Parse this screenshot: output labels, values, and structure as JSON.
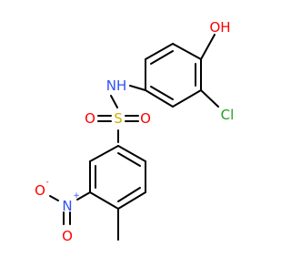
{
  "molecule": {
    "atoms": {
      "oh": {
        "text": "OH",
        "color": "#ff0000"
      },
      "cl": {
        "text": "Cl",
        "color": "#1fa01f"
      },
      "nh": {
        "text": "NH",
        "color": "#3050f8"
      },
      "s": {
        "text": "S",
        "color": "#c8b400"
      },
      "o_sulfonyl_left": {
        "text": "O",
        "color": "#ff0000"
      },
      "o_sulfonyl_right": {
        "text": "O",
        "color": "#ff0000"
      },
      "n_nitro": {
        "text": "N",
        "color": "#3050f8"
      },
      "n_plus": {
        "text": "+",
        "color": "#3050f8"
      },
      "o_nitro_minus": {
        "text": "O",
        "color": "#ff0000"
      },
      "o_minus": {
        "text": "-",
        "color": "#ff0000"
      },
      "o_nitro_double": {
        "text": "O",
        "color": "#ff0000"
      }
    },
    "bond_color": "#000000"
  }
}
